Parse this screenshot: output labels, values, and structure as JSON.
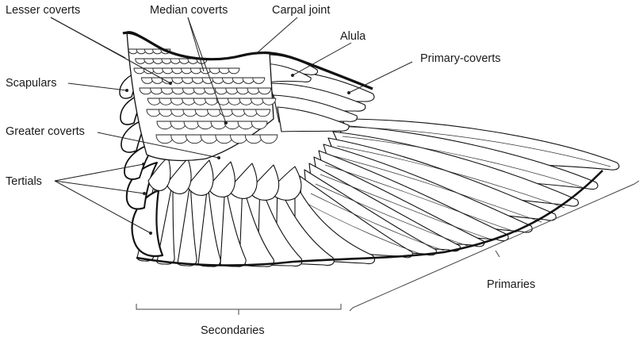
{
  "labels": {
    "lesser_coverts": "Lesser coverts",
    "median_coverts": "Median coverts",
    "carpal_joint": "Carpal joint",
    "alula": "Alula",
    "primary_coverts": "Primary-coverts",
    "scapulars": "Scapulars",
    "greater_coverts": "Greater coverts",
    "tertials": "Tertials",
    "primaries": "Primaries",
    "secondaries": "Secondaries"
  }
}
